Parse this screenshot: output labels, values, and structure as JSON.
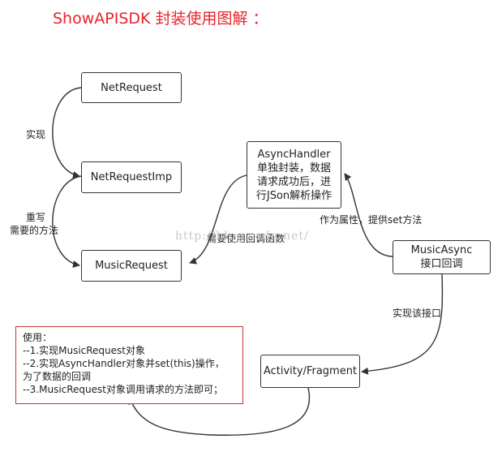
{
  "title": "ShowAPISDK 封装使用图解 ：",
  "nodes": {
    "net_request": "NetRequest",
    "net_request_imp": "NetRequestImp",
    "music_request": "MusicRequest",
    "async_handler": [
      "AsyncHandler",
      "单独封装，数据",
      "请求成功后，进",
      "行JSon解析操作"
    ],
    "music_async": [
      "MusicAsync",
      "接口回调"
    ],
    "activity_fragment": "Activity/Fragment"
  },
  "edge_labels": {
    "implement": "实现",
    "override": [
      "重写",
      "需要的方法"
    ],
    "need_callback": "需要使用回调函数",
    "as_property": "作为属性，提供set方法",
    "implement_interface": "实现该接口"
  },
  "note": {
    "heading": "使用：",
    "lines": [
      "--1.实现MusicRequest对象",
      "--2.实现AsyncHandler对象并set(this)操作，",
      "为了数据的回调",
      "--3.MusicRequest对象调用请求的方法即可；"
    ]
  },
  "watermark": "http://blog.csdn.net/"
}
